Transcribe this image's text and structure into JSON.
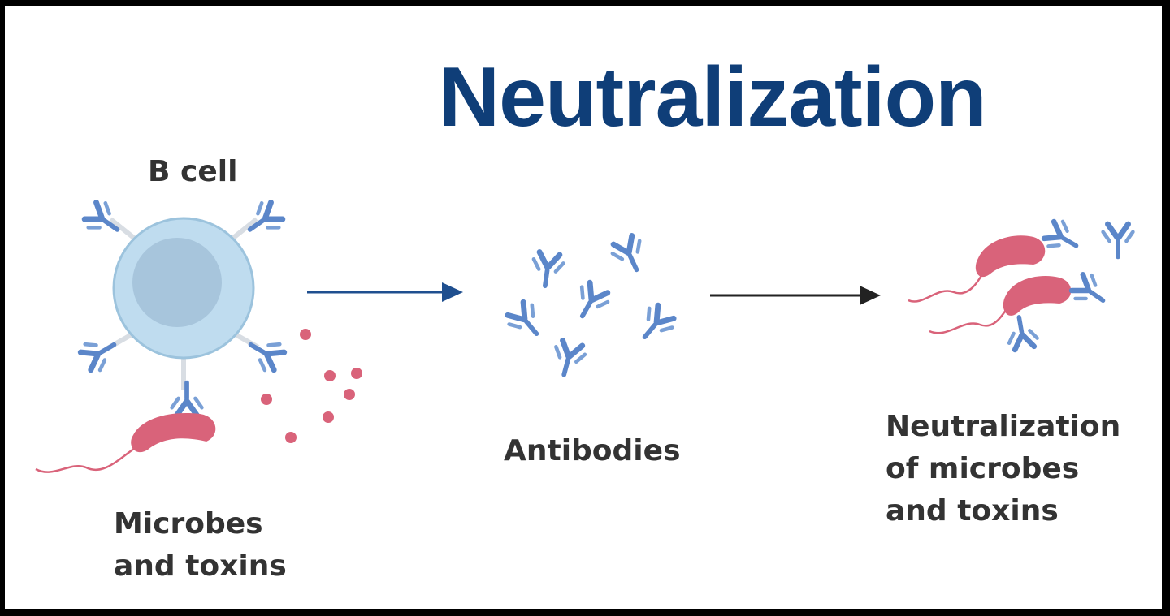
{
  "title": "Neutralization",
  "labels": {
    "b_cell": "B cell",
    "microbes_line1": "Microbes",
    "microbes_line2": "and toxins",
    "antibodies": "Antibodies",
    "neutralized_line1": "Neutralization",
    "neutralized_line2": "of microbes",
    "neutralized_line3": "and toxins"
  },
  "colors": {
    "title": "#0f3e78",
    "label": "#333333",
    "antibody": "#5b86c9",
    "cell_outer": "#bfdcef",
    "cell_nucleus": "#a7c5dc",
    "microbe": "#d9637a",
    "toxin": "#d9637a",
    "arrow_blue": "#1f4f8f",
    "arrow_dark": "#222222"
  },
  "icons": {
    "cell": "b-cell-icon",
    "antibody": "antibody-y-icon",
    "microbe": "bacterium-icon",
    "toxin": "toxin-dot-icon",
    "arrow": "arrow-right-icon"
  }
}
